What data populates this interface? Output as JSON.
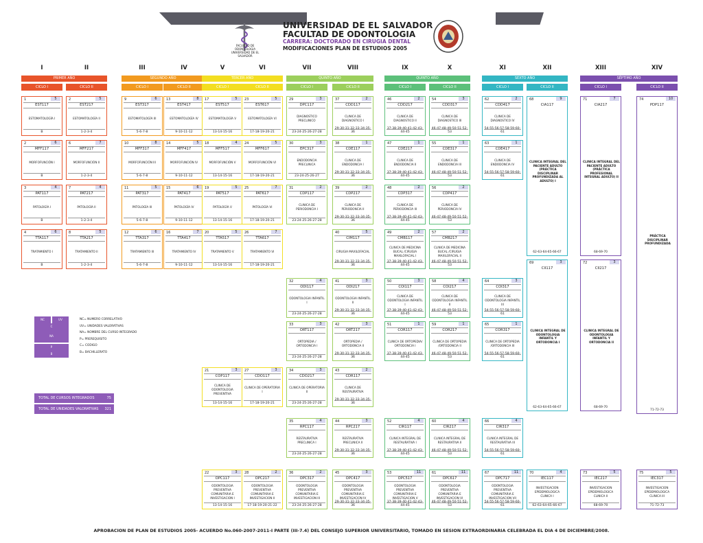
{
  "header": {
    "univ": "UNIVERSIDAD DE EL SALVADOR",
    "facultad": "FACULTAD DE ODONTOLOGIA",
    "carrera": "CARRERA: DOCTORADO EN CIRUGIA DENTAL",
    "plan": "MODIFICACIONES PLAN DE ESTUDIOS 2005",
    "logo_caption": "FACULTAD DE ODONTOLOGIA UNIVERSIDAD DE EL SALVADOR"
  },
  "colors": {
    "red": "#e8542a",
    "orange": "#f29a1f",
    "yellow": "#f3de21",
    "lightgreen": "#9ccf5c",
    "green": "#5cc07a",
    "teal": "#33b6c3",
    "purple": "#7b4fae"
  },
  "cycles_roman": [
    "I",
    "II",
    "III",
    "IV",
    "V",
    "VI",
    "VII",
    "VIII",
    "IX",
    "X",
    "XI",
    "XII",
    "XIII",
    "XIV"
  ],
  "years": [
    "PRIMER AÑO",
    "SEGUNDO AÑO",
    "TERCER AÑO",
    "QUINTO AÑO",
    "QUINTO AÑO",
    "SEXTO AÑO",
    "SÉPTIMO AÑO"
  ],
  "cycle_labels": [
    "CICLO I",
    "CICLO II"
  ],
  "courses": [
    {
      "n": "1",
      "u": "5",
      "code": "EST117",
      "name": "ESTOMATOLOGÍA I",
      "pr": "B"
    },
    {
      "n": "2",
      "u": "5",
      "code": "EST217",
      "name": "ESTOMATOLOGÍA II",
      "pr": "1-2-3-4"
    },
    {
      "n": "9",
      "u": "6",
      "code": "EST317",
      "name": "ESTOMATOLOGÍA III",
      "pr": "5-6-7-8"
    },
    {
      "n": "13",
      "u": "8",
      "code": "EST417",
      "name": "ESTOMATOLOGÍA IV",
      "pr": "9-10-11-12"
    },
    {
      "n": "17",
      "u": "5",
      "code": "EST517",
      "name": "ESTOMATOLOGÍA V",
      "pr": "13-14-15-16"
    },
    {
      "n": "23",
      "u": "5",
      "code": "EST617",
      "name": "ESTOMATOLOGÍA VI",
      "pr": "17-18-19-20-21"
    },
    {
      "n": "29",
      "u": "3",
      "code": "DPC117",
      "name": "DIAGNOSTICO PRECLINICO",
      "pr": "23-24-25-26-27-28"
    },
    {
      "n": "37",
      "u": "2",
      "code": "CDD117",
      "name": "CLINICA DE DIAGNOSTICO I",
      "pr": "29-30-31-32-33-34-35-36"
    },
    {
      "n": "46",
      "u": "2",
      "code": "CDD217",
      "name": "CLINICA DE DIAGNOSTICO II",
      "pr": "37-38-39-40-41-42-43-44-45"
    },
    {
      "n": "54",
      "u": "3",
      "code": "CDD317",
      "name": "CLINICA DE DIAGNOSTICO III",
      "pr": "46-47-48-49-50-51-52-53"
    },
    {
      "n": "62",
      "u": "2",
      "code": "CDD417",
      "name": "CLINICA DE DIAGNOSTICO IV",
      "pr": "54-55-56-57-58-59-60-61"
    },
    {
      "n": "2",
      "u": "6",
      "code": "MFF117",
      "name": "MORFOFUNCIÓN I",
      "pr": "B"
    },
    {
      "n": "6",
      "u": "7",
      "code": "MFF217",
      "name": "MORFOFUNCIÓN II",
      "pr": "1-2-3-4"
    },
    {
      "n": "10",
      "u": "8",
      "code": "MFF317",
      "name": "MORFOFUNCIÓN III",
      "pr": "5-6-7-8"
    },
    {
      "n": "14",
      "u": "5",
      "code": "MFF417",
      "name": "MORFOFUNCIÓN IV",
      "pr": "9-10-11-12"
    },
    {
      "n": "18",
      "u": "4",
      "code": "MFF517",
      "name": "MORFOFUNCIÓN V",
      "pr": "13-14-15-16"
    },
    {
      "n": "24",
      "u": "5",
      "code": "MFF617",
      "name": "MORFOFUNCIÓN VI",
      "pr": "17-18-19-20-21"
    },
    {
      "n": "30",
      "u": "3",
      "code": "EPC317",
      "name": "ENDODONCIA PRECLINICA",
      "pr": "23-24-25-26-27"
    },
    {
      "n": "38",
      "u": "1",
      "code": "CDE117",
      "name": "CLINICA DE ENDODONCIA I",
      "pr": "29-30-31-32-33-34-35-36"
    },
    {
      "n": "47",
      "u": "1",
      "code": "CDE217",
      "name": "CLINICA DE ENDODONCIA II",
      "pr": "37-38-39-40-41-42-43-44-45"
    },
    {
      "n": "55",
      "u": "1",
      "code": "CDE317",
      "name": "CLINICA DE ENDODONCIA III",
      "pr": "46-47-48-49-50-51-52-53"
    },
    {
      "n": "63",
      "u": "1",
      "code": "CDE417",
      "name": "CLINICA DE ENDODONCIA IV",
      "pr": "54-55-56-57-58-59-60-61"
    },
    {
      "n": "3",
      "u": "4",
      "code": "PAT117",
      "name": "PATOLOGÍA I",
      "pr": "B"
    },
    {
      "n": "7",
      "u": "4",
      "code": "PAT217",
      "name": "PATOLOGÍA II",
      "pr": "1-2-3-4"
    },
    {
      "n": "11",
      "u": "5",
      "code": "PAT317",
      "name": "PATOLOGÍA III",
      "pr": "5-6-7-8"
    },
    {
      "n": "15",
      "u": "6",
      "code": "PAT417",
      "name": "PATOLOGÍA IV",
      "pr": "9-10-11-12"
    },
    {
      "n": "19",
      "u": "5",
      "code": "PAT517",
      "name": "PATOLOGÍA V",
      "pr": "13-14-15-16"
    },
    {
      "n": "25",
      "u": "7",
      "code": "PAT617",
      "name": "PATOLOGÍA VI",
      "pr": "17-18-19-20-21"
    },
    {
      "n": "31",
      "u": "2",
      "code": "CDP117",
      "name": "CLINICA DE PERIODONCIA I",
      "pr": "23-24-25-26-27-28"
    },
    {
      "n": "39",
      "u": "2",
      "code": "CDP217",
      "name": "CLINICA DE PERIODONCIA II",
      "pr": "29-30-31-32-33-34-35-36"
    },
    {
      "n": "48",
      "u": "2",
      "code": "CDP317",
      "name": "CLINICA DE PERIODONCIA III",
      "pr": "37-38-39-40-41-42-43-44-45"
    },
    {
      "n": "56",
      "u": "2",
      "code": "CDP417",
      "name": "CLINICA DE PERIODONCIA IV",
      "pr": "46-47-48-49-50-51-52-53"
    },
    {
      "n": "4",
      "u": "6",
      "code": "TTA117",
      "name": "TRATAMIENTO I",
      "pr": "B"
    },
    {
      "n": "8",
      "u": "5",
      "code": "TTA217",
      "name": "TRATAMIENTO II",
      "pr": "1-2-3-4"
    },
    {
      "n": "12",
      "u": "6",
      "code": "TTA317",
      "name": "TRATAMIENTO III",
      "pr": "5-6-7-8"
    },
    {
      "n": "16",
      "u": "7",
      "code": "TTA417",
      "name": "TRATAMIENTO IV",
      "pr": "9-10-11-12"
    },
    {
      "n": "20",
      "u": "5",
      "code": "TTA517",
      "name": "TRATAMIENTO V",
      "pr": "13-14-15-16"
    },
    {
      "n": "26",
      "u": "7",
      "code": "TTA617",
      "name": "TRATAMIENTO VI",
      "pr": "17-18-19-20-21"
    },
    {
      "n": "40",
      "u": "5",
      "code": "CIM117",
      "name": "CIRUGIA MAXILOFACIAL",
      "pr": "29-30-31-32-33-34-35-36"
    },
    {
      "n": "49",
      "u": "2",
      "code": "CMB117",
      "name": "CLINICA DE MEDICINA BUCAL /CIRUGIA MAXILOFACIAL I",
      "pr": "37-38-39-40-41-42-43-44-45"
    },
    {
      "n": "57",
      "u": "2",
      "code": "CMB217",
      "name": "CLINICA DE MEDICINA BUCAL /CIRUGIA MAXILOFACIAL II",
      "pr": "46-47-48-49-50-51-52-53"
    },
    {
      "n": "32",
      "u": "4",
      "code": "ODI117",
      "name": "ODONTOLOGIA INFANTIL I",
      "pr": "23-24-25-26-27-28"
    },
    {
      "n": "41",
      "u": "3",
      "code": "ODI217",
      "name": "ODONTOLOGIA INFANTIL II",
      "pr": "29-30-31-32-33-34-35-36"
    },
    {
      "n": "50",
      "u": "3",
      "code": "COI117",
      "name": "CLINICA DE ODONTOLOGIA INFANTIL I",
      "pr": "37-38-39-40-41-42-43-44-45"
    },
    {
      "n": "58",
      "u": "4",
      "code": "COI217",
      "name": "CLINICA DE ODONTOLOGIA INFANTIL II",
      "pr": "46-47-48-49-50-51-52-53"
    },
    {
      "n": "64",
      "u": "3",
      "code": "COI317",
      "name": "CLINICA DE ODONTOLOGIA INFANTIL III",
      "pr": "54-55-56-57-58-59-60-61"
    },
    {
      "n": "33",
      "u": "3",
      "code": "ORT117",
      "name": "ORTOPEDIA / ORTODONCIA I",
      "pr": "23-24-25-26-27-28"
    },
    {
      "n": "42",
      "u": "3",
      "code": "ORT217",
      "name": "ORTOPEDIA / ORTODONCIA II",
      "pr": "29-30-31-32-33-34-35-36"
    },
    {
      "n": "51",
      "u": "1",
      "code": "COR117",
      "name": "CLINICA DE ORTOPEDIA/ ORTODONCIA I",
      "pr": "37-38-39-40-41-42-43-44-45"
    },
    {
      "n": "59",
      "u": "1",
      "code": "COR217",
      "name": "CLINICA DE ORTOPEDIA /ORTODONCIA II",
      "pr": "46-47-48-49-50-51-52-53"
    },
    {
      "n": "65",
      "u": "1",
      "code": "COR317",
      "name": "CLINICA DE ORTOPEDIA /ORTODONCIA III",
      "pr": "54-55-56-57-58-59-60-61"
    },
    {
      "n": "21",
      "u": "3",
      "code": "COP117",
      "name": "CLINICA DE ODONTOLOGIA PREVENTIVA",
      "pr": "13-14-15-16"
    },
    {
      "n": "27",
      "u": "3",
      "code": "CDO117",
      "name": "CLINICA DE OPERATORIA I",
      "pr": "17-18-19-20-21"
    },
    {
      "n": "34",
      "u": "3",
      "code": "CDO217",
      "name": "CLINICA DE OPERATORIA II",
      "pr": "23-24-25-26-27-28"
    },
    {
      "n": "43",
      "u": "2",
      "code": "CDR117",
      "name": "CLINICA DE RESTAURATIVA",
      "pr": "29-30-31-32-33-34-35-36"
    },
    {
      "n": "35",
      "u": "4",
      "code": "RPC117",
      "name": "RESTAURATIVA PRECLINICA I",
      "pr": "23-24-25-26-27-28"
    },
    {
      "n": "44",
      "u": "3",
      "code": "RPC217",
      "name": "RESTAURATIVA PRECLINICA II",
      "pr": "29-30-31-32-33-34-35-36"
    },
    {
      "n": "52",
      "u": "4",
      "code": "CIR117",
      "name": "CLINICA INTEGRAL DE RESTAURATIVA I",
      "pr": "37-38-39-40-41-42-43-44-45"
    },
    {
      "n": "60",
      "u": "4",
      "code": "CIR217",
      "name": "CLINICA INTEGRAL DE RESTAURATIVA II",
      "pr": "46-47-48-49-50-51-52-53"
    },
    {
      "n": "66",
      "u": "4",
      "code": "CIR317",
      "name": "CLINICA INTEGRAL DE RESTAURATIVA III",
      "pr": "54-55-56-57-58-59-60-61"
    },
    {
      "n": "22",
      "u": "3",
      "code": "OPC117",
      "name": "ODONTOLOGIA PREVENTIVA COMUNITARIA E INVESTIGACION I",
      "pr": "13-14-15-16"
    },
    {
      "n": "28",
      "u": "2",
      "code": "OPC217",
      "name": "ODONTOLOGIA PREVENTIVA COMUNITARIA E INVESTIGACION II",
      "pr": "17-18-19-20-21-22"
    },
    {
      "n": "36",
      "u": "2",
      "code": "OPC317",
      "name": "ODONTOLOGIA PREVENTIVA COMUNITARIA E INVESTIGACION III",
      "pr": "23-24-25-26-27-28"
    },
    {
      "n": "45",
      "u": "3",
      "code": "OPC417",
      "name": "ODONTOLOGIA PREVENTIVA COMUNITARIA E INVESTIGACION IV",
      "pr": "29-30-31-32-33-34-35-36"
    },
    {
      "n": "53",
      "u": "11",
      "code": "OPC517",
      "name": "ODONTOLOGIA PREVENTIVA COMUNITARIA E INVESTIGACION V",
      "pr": "37-38-39-40-41-42-43-44-45"
    },
    {
      "n": "61",
      "u": "11",
      "code": "OPC617",
      "name": "ODONTOLOGIA PREVENTIVA COMUNITARIA E INVESTIGACION VI",
      "pr": "46-47-48-49-50-51-52-53"
    },
    {
      "n": "67",
      "u": "11",
      "code": "OPC717",
      "name": "ODONTOLOGIA PREVENTIVA COMUNITARIA E INVESTIGACION VII",
      "pr": "54-55-56-57-58-59-60-61"
    },
    {
      "n": "70",
      "u": "4",
      "code": "IEC117",
      "name": "INVESTIGACION EPIDEMIOLOGICA CLINICA I",
      "pr": "62-63-64-65-66-67"
    },
    {
      "n": "73",
      "u": "5",
      "code": "IEC217",
      "name": "INVESTIGACION EPIDEMIOLOGICA CLINICA II",
      "pr": "68-69-70"
    },
    {
      "n": "75",
      "u": "5",
      "code": "IEC317",
      "name": "INVESTIGACION EPIDEMIOLOGICA CLINICA III",
      "pr": "71-72-73"
    }
  ],
  "tall_courses": [
    {
      "n": "68",
      "u": "9",
      "code": "CIA117",
      "name": "CLINICA INTEGRAL DEL PACIENTE ADULTO (PRÁCTICA DISCIPLINAR PROFUNDIZADA AL ADULTO) I",
      "pr": "62-63-64-65-66-67"
    },
    {
      "n": "71",
      "u": "7",
      "code": "CIA217",
      "name": "CLINICA INTEGRAL DEL PACIENTE ADULTO (PRÁCTICA PROFESIONAL INTEGRAL ADULTO) II",
      "pr": "68-69-70"
    },
    {
      "n": "74",
      "u": "10",
      "code": "PDP117",
      "name": "PRÁCTICA DISCIPLINAR PROFUNDIZADA",
      "pr": "71-72-73"
    },
    {
      "n": "69",
      "u": "3",
      "code": "CII117",
      "name": "CLINICA INTEGRAL DE ODONTOLOGIA INFANTIL Y ORTODONCIA I",
      "pr": "62-63-64-65-66-67"
    },
    {
      "n": "72",
      "u": "3",
      "code": "CII217",
      "name": "CLINICA INTEGRAL DE ODONTOLOGIA INFANTIL Y ORTODONCIA II",
      "pr": "68-69-70"
    }
  ],
  "legend": {
    "boxes": [
      "NC",
      "UV",
      "N",
      "NA",
      "P",
      "C",
      "B"
    ],
    "items": [
      "NC= NUMERO CORRELATIVO",
      "UV= UNIDADES VALORATIVAS",
      "NA= NOMBRE DEL CURSO INTEGRADO",
      "P= PREREQUISITO",
      "C= CODIGO",
      "B= BACHILLERATO"
    ]
  },
  "totals": [
    {
      "label": "TOTAL DE CURSOS INTEGRADOS",
      "value": "75"
    },
    {
      "label": "TOTAL DE UNIDADES VALORATIVAS",
      "value": "321"
    }
  ],
  "footer": "APROBACION DE PLAN DE ESTUDIOS 2005- ACUERDO No.060-2007-2011-I PARTE (III-7.4) DEL CONSEJO SUPERIOR UNIVERSITARIO, TOMADO EN SESION EXTRAORDINARIA CELEBRADA EL DIA 4 DE DICIEMBRE/2008."
}
